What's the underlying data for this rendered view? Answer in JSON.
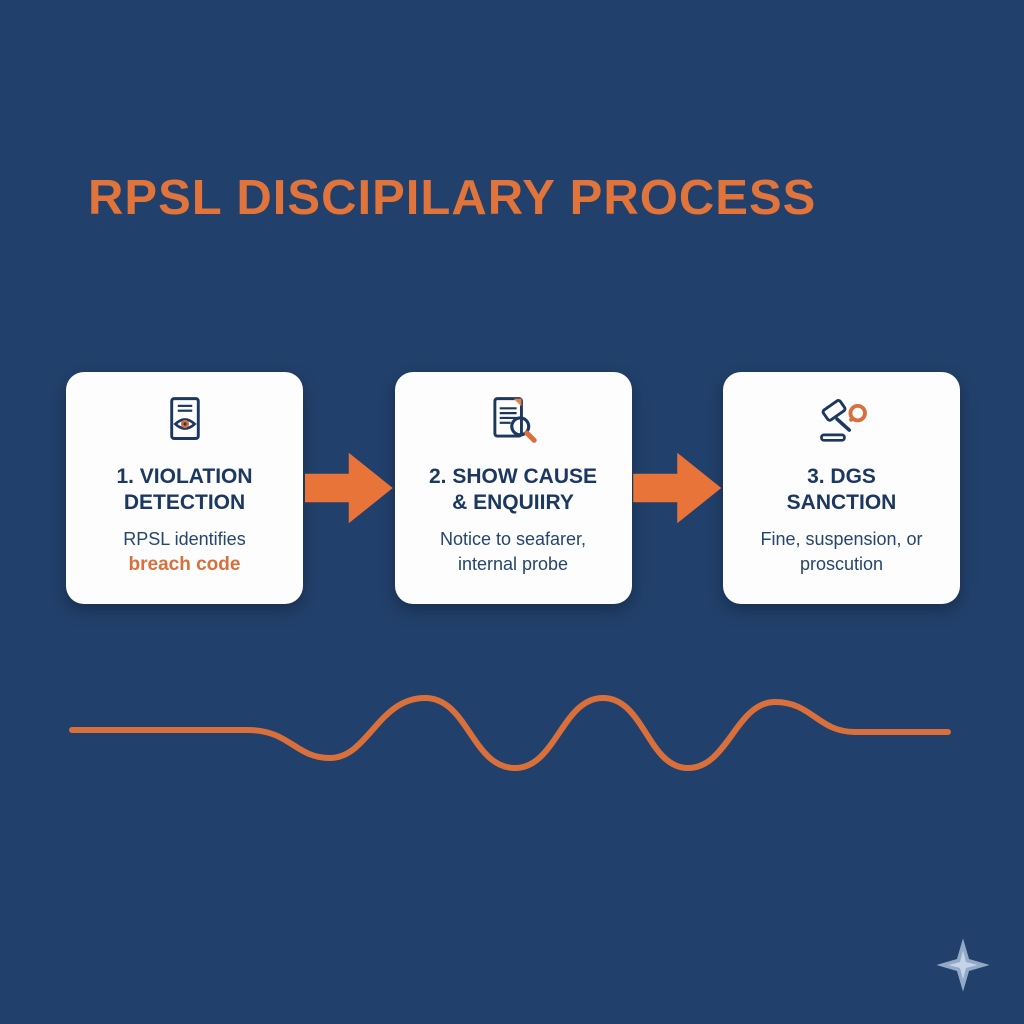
{
  "title": "RPSL DISCIPILARY PROCESS",
  "colors": {
    "background": "#21406b",
    "accent_orange": "#e0743a",
    "card_background": "#fdfdfe",
    "card_text_navy": "#1c3860",
    "sparkle_blue": "#93a9c8"
  },
  "steps": [
    {
      "icon": "document-eye-icon",
      "title_line1": "1. VIOLATION",
      "title_line2": "DETECTION",
      "desc_line1": "RPSL identifies",
      "desc_line2": "breach code"
    },
    {
      "icon": "document-magnifier-icon",
      "title_line1": "2. SHOW CAUSE",
      "title_line2": "& ENQUIIRY",
      "desc_line1": "Notice to seafarer,",
      "desc_line2": "internal probe"
    },
    {
      "icon": "gavel-icon",
      "title_line1": "3. DGS",
      "title_line2": "SANCTION",
      "desc_line1": "Fine, suspension, or",
      "desc_line2": "proscution"
    }
  ]
}
